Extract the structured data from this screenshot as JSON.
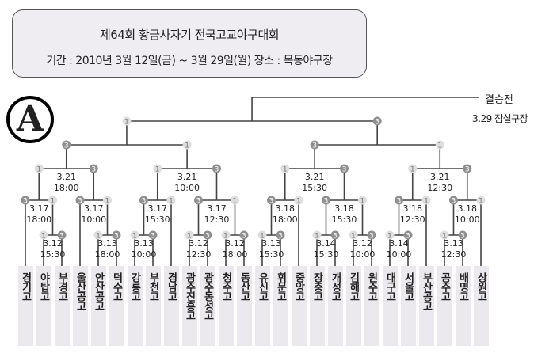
{
  "header": {
    "title": "제64회 황금사자기 전국고교야구대회",
    "subtitle": "기간 : 2010년 3월 12일(금) ~ 3월 29일(월)  장소 : 목동야구장"
  },
  "logo": "A",
  "final": {
    "label": "결승전",
    "place": "3.29 잠실구장",
    "scores": [
      "1",
      "3"
    ]
  },
  "colors": {
    "line": "#444444",
    "win_marker": "#8f8f8f",
    "lose_marker": "#dedede",
    "team_bg": "#ebe9ed"
  },
  "teams": [
    "경기고",
    "야탑고",
    "부경고",
    "울산공고",
    "안산공고",
    "덕수고",
    "강릉고",
    "부천고",
    "경남고",
    "광주진흥고",
    "광주동성고",
    "청주고",
    "동산고",
    "유신고",
    "휘문고",
    "중앙고",
    "장충고",
    "개성고",
    "김해고",
    "원주고",
    "대구고",
    "서울고",
    "부산공고",
    "공주고",
    "배명고",
    "상원고"
  ],
  "bracket": {
    "scores": [
      "1",
      "3"
    ],
    "children": [
      {
        "scores": [
          "3",
          "1"
        ],
        "children": [
          {
            "date": "3.21",
            "time": "18:00",
            "scores": [
              "1",
              "3"
            ],
            "children": [
              {
                "date": "3.17",
                "time": "18:00",
                "scores": [
                  "3",
                  "1"
                ],
                "children": [
                  {
                    "t": 0
                  },
                  {
                    "date": "3.12",
                    "time": "15:30",
                    "scores": [
                      "1",
                      "3"
                    ],
                    "children": [
                      {
                        "t": 1
                      },
                      {
                        "t": 2
                      }
                    ]
                  }
                ]
              },
              {
                "date": "3.17",
                "time": "10:00",
                "scores": [
                  "3",
                  "1"
                ],
                "children": [
                  {
                    "t": 3
                  },
                  {
                    "date": "3.13",
                    "time": "18:00",
                    "scores": [
                      "1",
                      "3"
                    ],
                    "children": [
                      {
                        "t": 4
                      },
                      {
                        "t": 5
                      }
                    ]
                  }
                ]
              }
            ]
          },
          {
            "date": "3.21",
            "time": "10:00",
            "scores": [
              "1",
              "3"
            ],
            "children": [
              {
                "date": "3.17",
                "time": "15:30",
                "scores": [
                  "3",
                  "1"
                ],
                "children": [
                  {
                    "date": "3.13",
                    "time": "10:00",
                    "scores": [
                      "1",
                      "3"
                    ],
                    "children": [
                      {
                        "t": 6
                      },
                      {
                        "t": 7
                      }
                    ]
                  },
                  {
                    "t": 8
                  }
                ]
              },
              {
                "date": "3.17",
                "time": "12:30",
                "scores": [
                  "3",
                  "1"
                ],
                "children": [
                  {
                    "date": "3.12",
                    "time": "12:30",
                    "scores": [
                      "1",
                      "3"
                    ],
                    "children": [
                      {
                        "t": 9
                      },
                      {
                        "t": 10
                      }
                    ]
                  },
                  {
                    "date": "3.12",
                    "time": "18:00",
                    "scores": [
                      "1",
                      "3"
                    ],
                    "children": [
                      {
                        "t": 11
                      },
                      {
                        "t": 12
                      }
                    ]
                  }
                ]
              }
            ]
          }
        ]
      },
      {
        "scores": [
          "3",
          "1"
        ],
        "children": [
          {
            "date": "3.21",
            "time": "15:30",
            "scores": [
              "1",
              "3"
            ],
            "children": [
              {
                "date": "3.18",
                "time": "18:00",
                "scores": [
                  "3",
                  "1"
                ],
                "children": [
                  {
                    "date": "3.13",
                    "time": "15:30",
                    "scores": [
                      "1",
                      "3"
                    ],
                    "children": [
                      {
                        "t": 13
                      },
                      {
                        "t": 14
                      }
                    ]
                  },
                  {
                    "t": 15
                  }
                ]
              },
              {
                "date": "3.18",
                "time": "15:30",
                "scores": [
                  "3",
                  "1"
                ],
                "children": [
                  {
                    "date": "3.14",
                    "time": "15:30",
                    "scores": [
                      "1",
                      "3"
                    ],
                    "children": [
                      {
                        "t": 16
                      },
                      {
                        "t": 17
                      }
                    ]
                  },
                  {
                    "date": "3.12",
                    "time": "10:00",
                    "scores": [
                      "1",
                      "3"
                    ],
                    "children": [
                      {
                        "t": 18
                      },
                      {
                        "t": 19
                      }
                    ]
                  }
                ]
              }
            ]
          },
          {
            "date": "3.21",
            "time": "12:30",
            "scores": [
              "1",
              "3"
            ],
            "children": [
              {
                "date": "3.18",
                "time": "12:30",
                "scores": [
                  "3",
                  "1"
                ],
                "children": [
                  {
                    "date": "3.14",
                    "time": "10:00",
                    "scores": [
                      "1",
                      "3"
                    ],
                    "children": [
                      {
                        "t": 20
                      },
                      {
                        "t": 21
                      }
                    ]
                  },
                  {
                    "t": 22
                  }
                ]
              },
              {
                "date": "3.18",
                "time": "10:00",
                "scores": [
                  "3",
                  "1"
                ],
                "children": [
                  {
                    "date": "3.13",
                    "time": "12:30",
                    "scores": [
                      "1",
                      "3"
                    ],
                    "children": [
                      {
                        "t": 23
                      },
                      {
                        "t": 24
                      }
                    ]
                  },
                  {
                    "t": 25
                  }
                ]
              }
            ]
          }
        ]
      }
    ]
  }
}
